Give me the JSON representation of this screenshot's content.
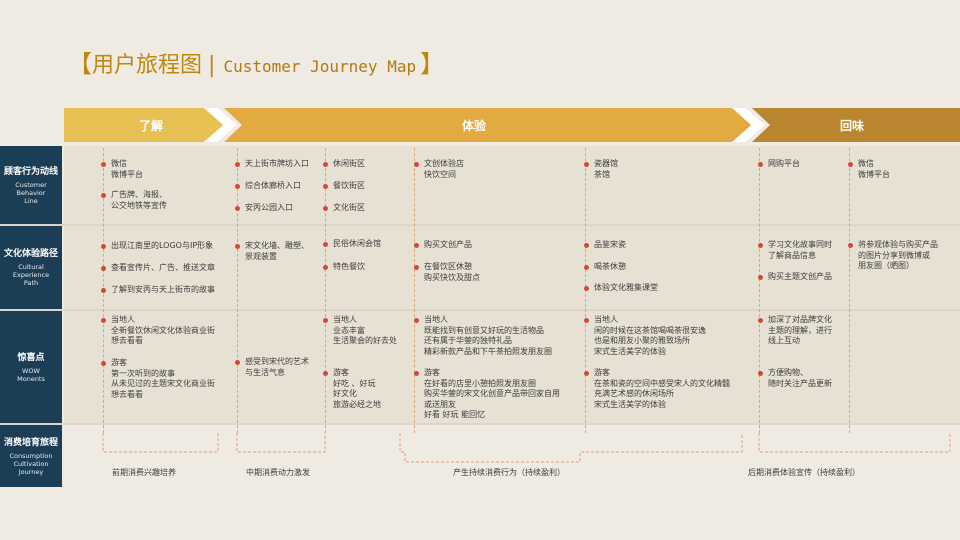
{
  "title": {
    "bracket_open": "【",
    "cn": "用户旅程图",
    "sep": "|",
    "en": "Customer Journey Map",
    "bracket_close": "】"
  },
  "phases": [
    {
      "label": "了解",
      "color": "#e8c154"
    },
    {
      "label": "体验",
      "color": "#e2aa40"
    },
    {
      "label": "回味",
      "color": "#b9862f"
    }
  ],
  "colors": {
    "header_bg": "#1c3d56",
    "bullet": "#cc4b3c",
    "bracket": "#e0a27a",
    "title": "#c0870f"
  },
  "rows": [
    {
      "cn": "顾客行为动线",
      "en": [
        "Customer",
        "Behavior",
        "Line"
      ]
    },
    {
      "cn": "文化体验路径",
      "en": [
        "Cultural",
        "Experience",
        "Path"
      ]
    },
    {
      "cn": "惊喜点",
      "en": [
        "WOW",
        "Monents"
      ]
    },
    {
      "cn": "消费培育旅程",
      "en": [
        "Consumption",
        "Cultivation",
        "Journey"
      ]
    }
  ],
  "items": {
    "r1c1a": [
      "微信",
      "微博平台"
    ],
    "r1c1b": [
      "广告牌、海报、",
      "公交地铁等宣传"
    ],
    "r1c2a": [
      "天上街市牌坊入口"
    ],
    "r1c2b": [
      "综合体廊桥入口"
    ],
    "r1c2c": [
      "安丙公园入口"
    ],
    "r1c3a": [
      "休闲街区"
    ],
    "r1c3b": [
      "餐饮街区"
    ],
    "r1c3c": [
      "文化街区"
    ],
    "r1c4a": [
      "文创体验店",
      "快饮空间"
    ],
    "r1c5a": [
      "瓷器馆",
      "茶馆"
    ],
    "r1c6a": [
      "网购平台"
    ],
    "r1c7a": [
      "微信",
      "微博平台"
    ],
    "r2c1a": [
      "出现江南里的LOGO与IP形象"
    ],
    "r2c1b": [
      "查看宣传片、广告、推送文章"
    ],
    "r2c1c": [
      "了解到安丙与天上街市的故事"
    ],
    "r2c2a": [
      "宋文化墙、雕塑、",
      "景观装置"
    ],
    "r2c3a": [
      "民俗休闲会馆"
    ],
    "r2c3b": [
      "特色餐饮"
    ],
    "r2c4a": [
      "购买文创产品"
    ],
    "r2c4b": [
      "在餐饮区休憩",
      "购买快饮及甜点"
    ],
    "r2c5a": [
      "品鉴宋瓷"
    ],
    "r2c5b": [
      "喝茶休憩"
    ],
    "r2c5c": [
      "体验文化雅集课堂"
    ],
    "r2c6a": [
      "学习文化故事同时",
      "了解商品信息"
    ],
    "r2c6b": [
      "购买主题文创产品"
    ],
    "r2c7a": [
      "将参观体验与购买产品",
      "的图片分享到微博或",
      "朋友圈（晒图）"
    ],
    "r3c1a": [
      "当地人",
      "全新餐饮休闲文化体验商业街",
      "想去看看"
    ],
    "r3c1b": [
      "游客",
      "第一次听到的故事",
      "从未见过的主题宋文化商业街",
      "想去看看"
    ],
    "r3c2a": [
      "感受到宋代的艺术",
      "与生活气息"
    ],
    "r3c3a": [
      "当地人",
      "业态丰富",
      "生活聚会的好去处"
    ],
    "r3c3b": [
      "游客",
      "好吃 、好玩",
      "好文化",
      "旅游必经之地"
    ],
    "r3c4a": [
      "当地人",
      "既能找到有创意又好玩的生活物品",
      "还有属于华蓥的独特礼品",
      "精彩新款产品和下午茶拍照发朋友圈"
    ],
    "r3c4b": [
      "游客",
      "在好看的店里小憩拍照发朋友圈",
      "购买华蓥的宋文化创意产品带回家自用",
      "或送朋友",
      "好看 好玩  能回忆"
    ],
    "r3c5a": [
      "当地人",
      "闲的时候在这茶馆喝喝茶很安逸",
      "也是和朋友小聚的雅致场所",
      "宋式生活美学的体验"
    ],
    "r3c5b": [
      "游客",
      "在茶和瓷的空间中感受宋人的文化精髓",
      "充满艺术感的休闲场所",
      "宋式生活美学的体验"
    ],
    "r3c6a": [
      "加深了对品牌文化",
      "主题的理解，进行",
      "线上互动"
    ],
    "r3c6b": [
      "方便购物、",
      "随时关注产品更新"
    ]
  },
  "stages": [
    "前期消费兴趣培养",
    "中期消费动力激发",
    "产生持续消费行为（持续盈利）",
    "后期消费体验宣传（持续盈利）"
  ]
}
